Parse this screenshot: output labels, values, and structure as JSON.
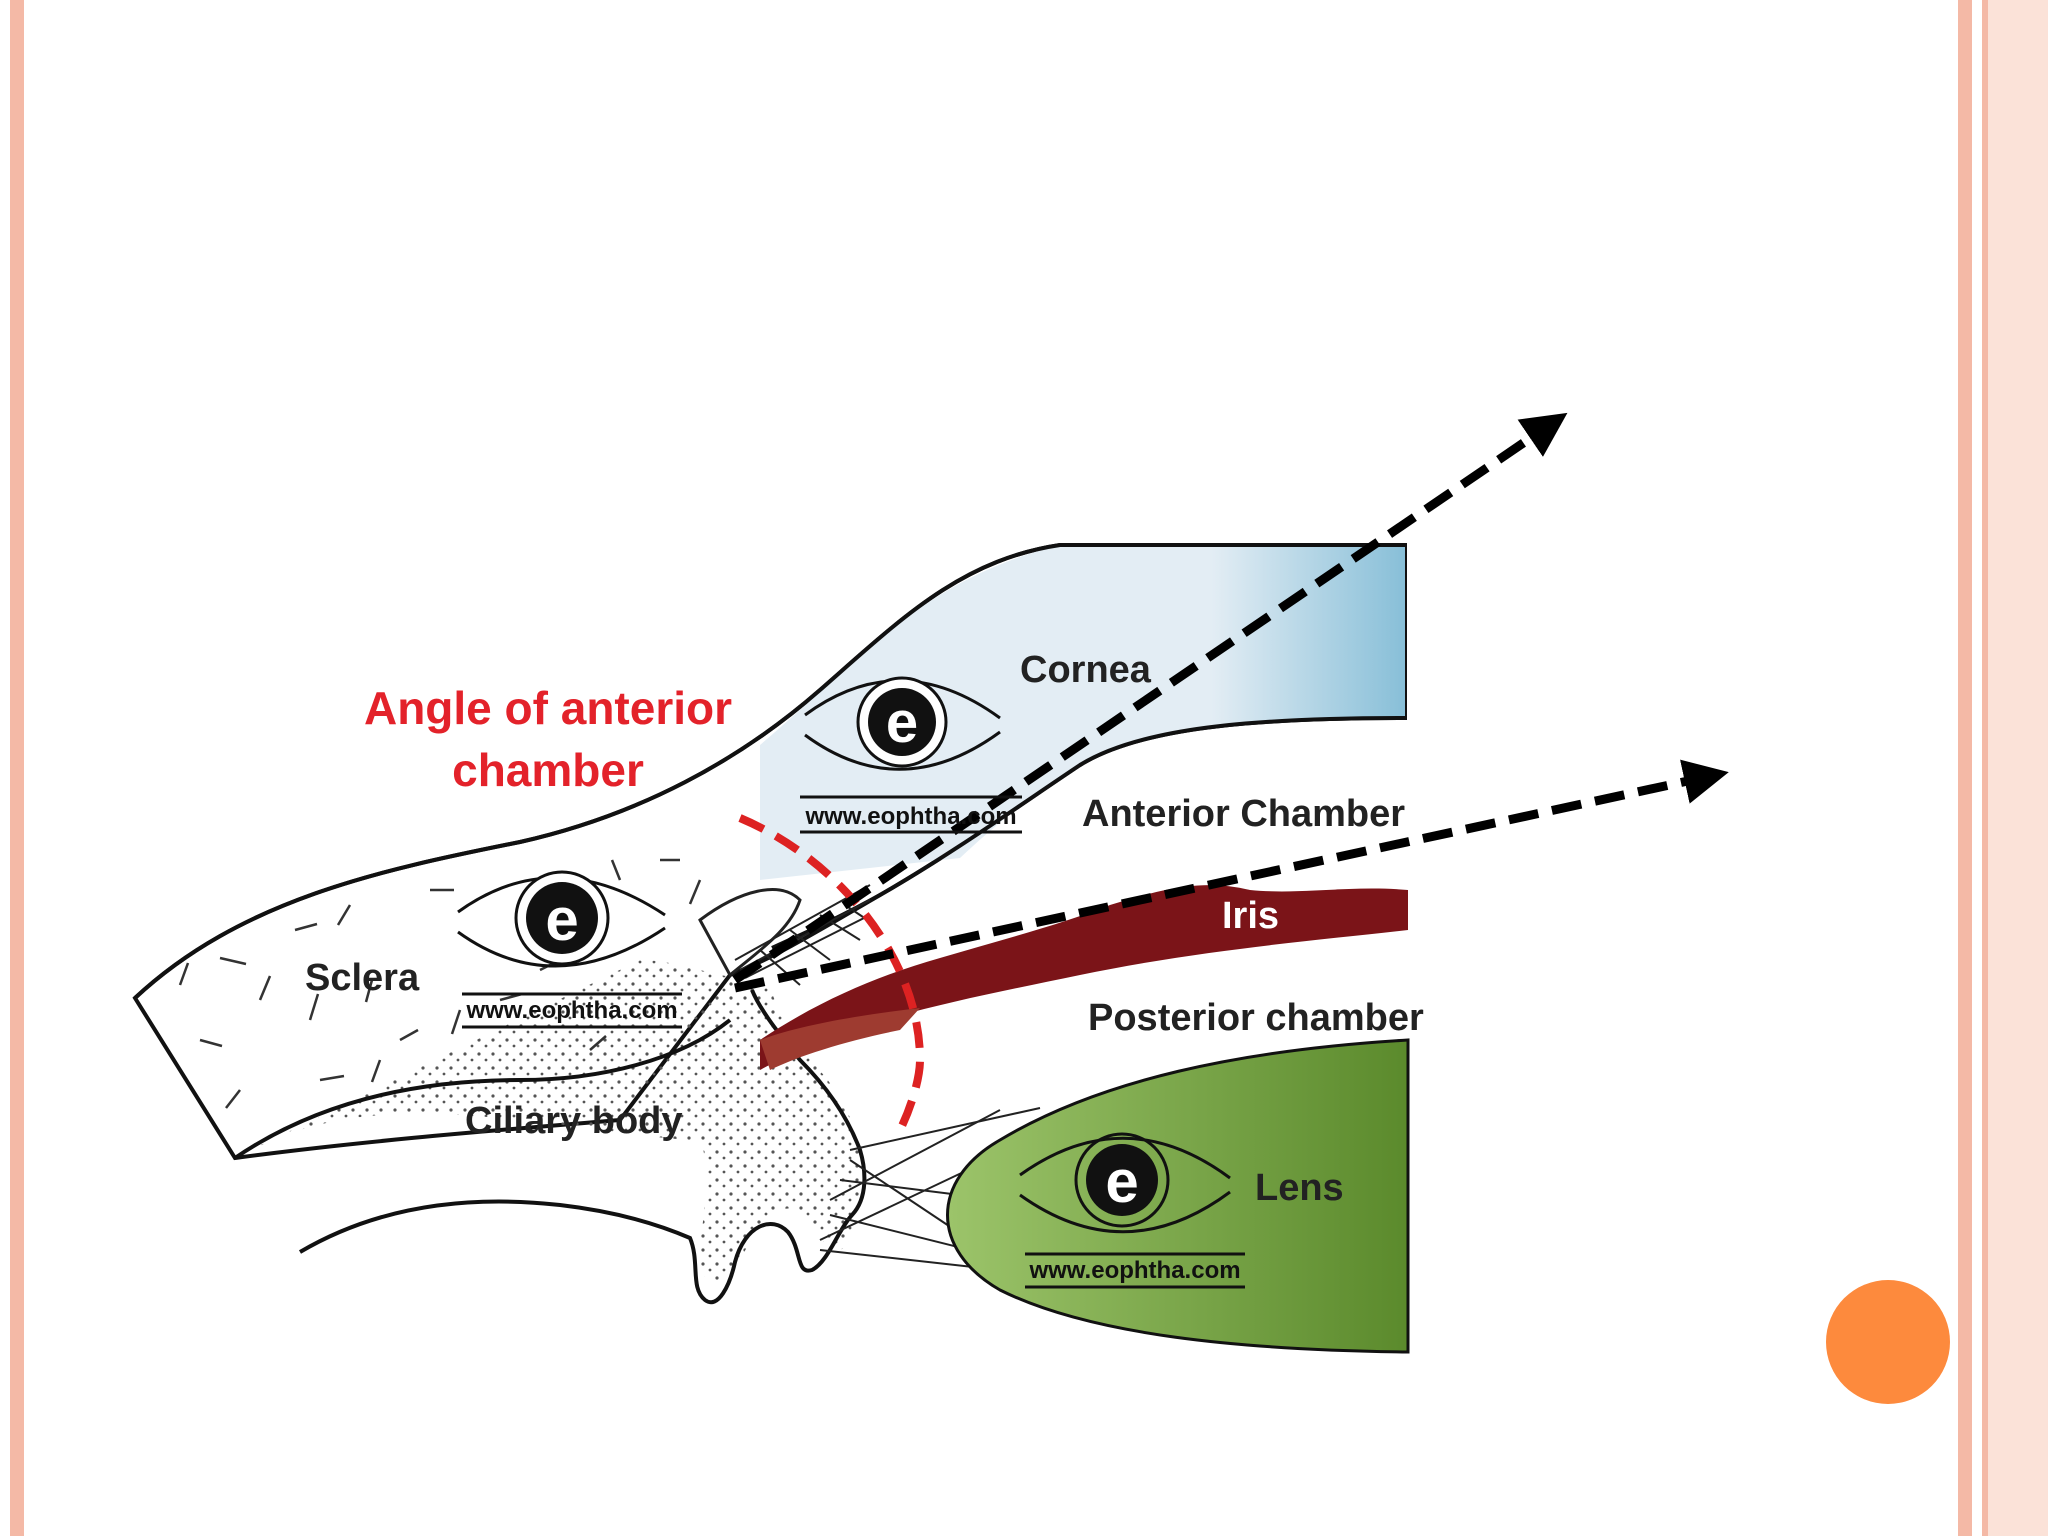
{
  "slide": {
    "colors": {
      "border": "#f4b9a6",
      "border_fill": "#fbe2d8",
      "accent_dot": "#fd8a3d",
      "title_red": "#e3222a",
      "cornea_fill": "#e3edf4",
      "cornea_edge": "#88bfd8",
      "iris": "#7b1418",
      "iris_lower": "#9e3b30",
      "lens_light": "#9cc46a",
      "lens_dark": "#5b8a2c",
      "dashed_red": "#dd2222"
    }
  },
  "diagram": {
    "title_lines": [
      "Angle of anterior",
      "chamber"
    ],
    "labels": {
      "cornea": "Cornea",
      "anterior_chamber": "Anterior Chamber",
      "iris": "Iris",
      "posterior_chamber": "Posterior chamber",
      "sclera": "Sclera",
      "ciliary_body": "Ciliary body",
      "lens": "Lens"
    },
    "watermark": {
      "letter": "e",
      "url": "www.eophtha.com"
    }
  }
}
